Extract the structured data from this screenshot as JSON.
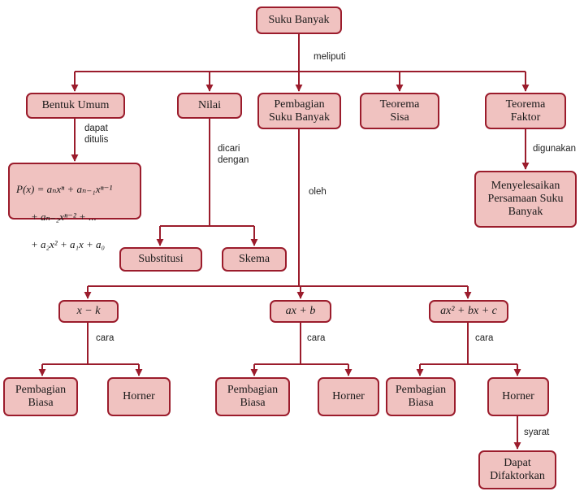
{
  "nodes": {
    "root": "Suku Banyak",
    "bentuk_umum": "Bentuk Umum",
    "nilai": "Nilai",
    "pembagian": "Pembagian\nSuku Banyak",
    "teorema_sisa": "Teorema\nSisa",
    "teorema_faktor": "Teorema\nFaktor",
    "menyelesaikan": "Menyelesaikan\nPersamaan Suku\nBanyak",
    "substitusi": "Substitusi",
    "skema": "Skema",
    "x_minus_k": "x − k",
    "ax_plus_b": "ax + b",
    "quadratic": "ax² + bx + c",
    "pembagian_biasa_1": "Pembagian\nBiasa",
    "horner_1": "Horner",
    "pembagian_biasa_2": "Pembagian\nBiasa",
    "horner_2": "Horner",
    "pembagian_biasa_3": "Pembagian\nBiasa",
    "horner_3": "Horner",
    "dapat_difaktorkan": "Dapat\nDifaktorkan"
  },
  "formula": {
    "line1": "P(x) = aₙxⁿ + aₙ₋₁xⁿ⁻¹",
    "line2": "+ aₙ₋₂xⁿ⁻² + ...",
    "line3": "+ a₂x² + a₁x + a₀"
  },
  "labels": {
    "meliputi": "meliputi",
    "dapat_ditulis": "dapat\nditulis",
    "dicari_dengan": "dicari\ndengan",
    "oleh": "oleh",
    "digunakan": "digunakan",
    "cara_1": "cara",
    "cara_2": "cara",
    "cara_3": "cara",
    "syarat": "syarat"
  },
  "colors": {
    "node_fill": "#f0c2c0",
    "node_border": "#9b1c2c",
    "line": "#9b1c2c"
  }
}
